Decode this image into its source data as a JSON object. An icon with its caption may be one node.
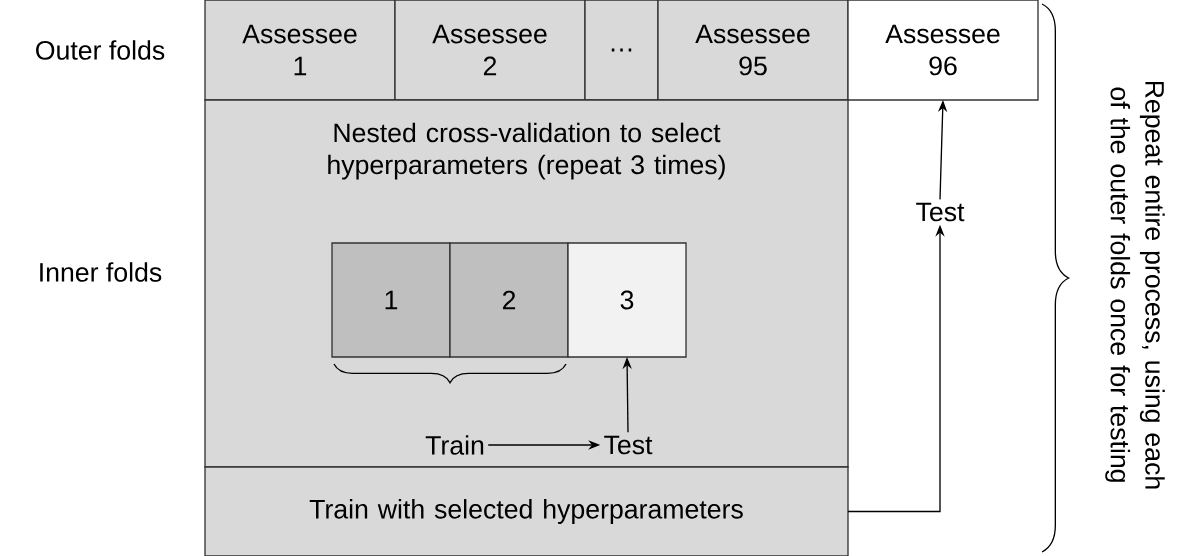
{
  "diagram": {
    "nodes": [
      {
        "text": [
          "Assessee 1"
        ]
      },
      {
        "text": [
          "Assessee 2"
        ]
      },
      {
        "text": [
          "…"
        ]
      },
      {
        "text": [
          "Assessee 95"
        ]
      },
      {
        "text": [
          "Assessee 96"
        ]
      },
      {
        "text": [
          "Nested cross-validation to select hyperparameters (repeat 3 times)"
        ]
      },
      {
        "text": [
          "1"
        ],
        "in": 5
      },
      {
        "text": [
          "2"
        ],
        "in": 5
      },
      {
        "text": [
          "3"
        ],
        "in": 5
      },
      {
        "text": [
          "Train"
        ],
        "in": 5
      },
      {
        "text": [
          "Test"
        ],
        "in": 5
      },
      {
        "text": [
          "Train with selected hyperparameters"
        ]
      },
      {
        "text": [
          "Test"
        ]
      }
    ],
    "edges": [
      {
        "from": 9,
        "to": 10,
        "arrow": "to"
      },
      {
        "from": 10,
        "to": 8,
        "arrow": "to"
      },
      {
        "from": 11,
        "to": 12,
        "arrow": "to"
      },
      {
        "from": 12,
        "to": 4,
        "arrow": "to"
      }
    ],
    "labels": [
      "Outer folds",
      "Inner folds",
      "Repeat entire process, using each of the outer folds once for testing"
    ]
  }
}
